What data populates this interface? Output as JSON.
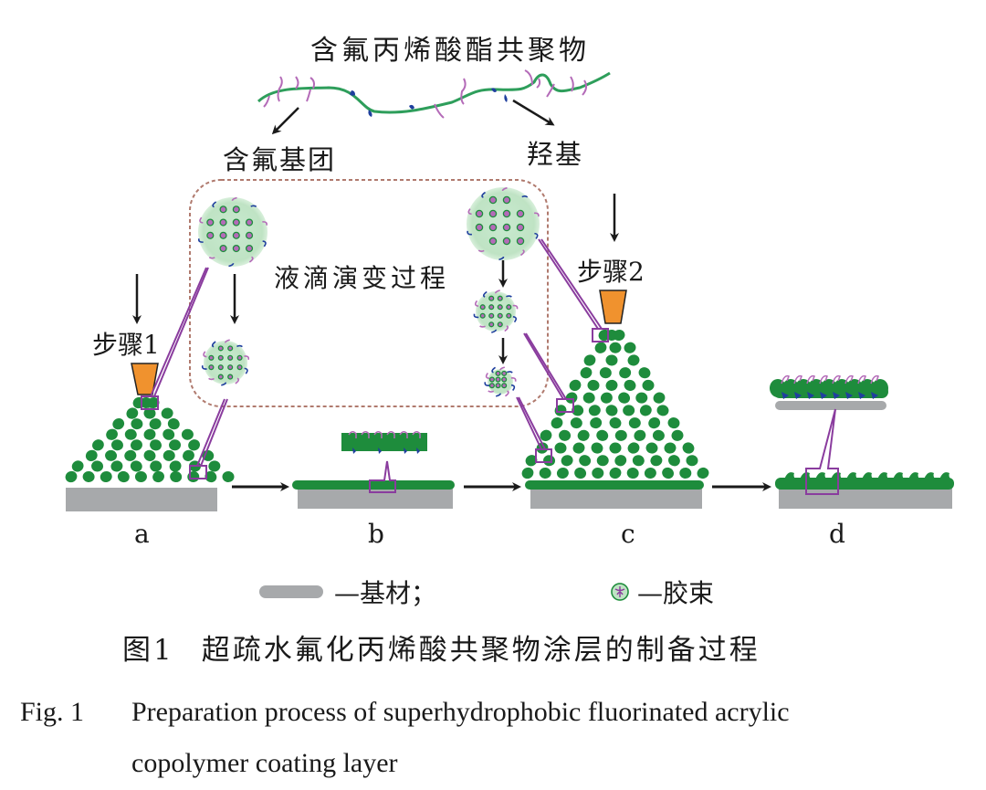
{
  "title": "含氟丙烯酸酯共聚物",
  "labels": {
    "fluorine_group": "含氟基团",
    "hydroxyl": "羟基",
    "droplet_evolution": "液滴演变过程",
    "step1": "步骤1",
    "step2": "步骤2"
  },
  "stages": [
    {
      "id": "a",
      "label": "a"
    },
    {
      "id": "b",
      "label": "b"
    },
    {
      "id": "c",
      "label": "c"
    },
    {
      "id": "d",
      "label": "d"
    }
  ],
  "legend": {
    "substrate": "—基材；",
    "micelle": "—胶束"
  },
  "caption": {
    "cn_number": "图1",
    "cn_text": "超疏水氟化丙烯酸共聚物涂层的制备过程",
    "en_number": "Fig. 1",
    "en_line1": "Preparation process of superhydrophobic fluorinated acrylic",
    "en_line2": "copolymer coating layer"
  },
  "colors": {
    "polymer_chain": "#2e9e5b",
    "fluorine_chain": "#b46bb8",
    "hydroxyl": "#1f3f9e",
    "particle": "#1e8c3c",
    "droplet_fill": "#bfe3c4",
    "substrate": "#a7a9ab",
    "nozzle": "#f0922e",
    "callout": "#8a3c9e",
    "dashed_box": "#b07a6e",
    "arrow": "#1a1a1a"
  }
}
